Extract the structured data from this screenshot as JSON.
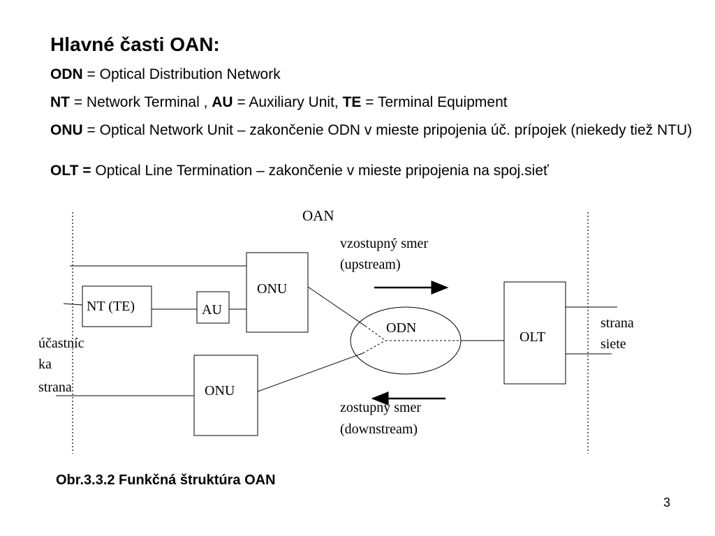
{
  "title": "Hlavné časti OAN:",
  "definitions": [
    {
      "parts": [
        {
          "text": "ODN",
          "bold": true
        },
        {
          "text": " = Optical Distribution Network",
          "bold": false
        }
      ]
    },
    {
      "parts": [
        {
          "text": "NT",
          "bold": true
        },
        {
          "text": " = Network Terminal , ",
          "bold": false
        },
        {
          "text": "AU",
          "bold": true
        },
        {
          "text": " = Auxiliary Unit, ",
          "bold": false
        },
        {
          "text": "TE",
          "bold": true
        },
        {
          "text": " = Terminal Equipment",
          "bold": false
        }
      ]
    },
    {
      "parts": [
        {
          "text": "ONU",
          "bold": true
        },
        {
          "text": " = Optical Network Unit – zakončenie ODN v mieste pripojenia úč. prípojek (niekedy tiež NTU)",
          "bold": false
        }
      ]
    },
    {
      "parts": [
        {
          "text": "OLT =",
          "bold": true
        },
        {
          "text": " Optical Line Termination – zakončenie v mieste pripojenia na spoj.sieť",
          "bold": false
        }
      ]
    }
  ],
  "diagram": {
    "oan_label": "OAN",
    "upstream_line1": "vzostupný smer",
    "upstream_line2": "(upstream)",
    "downstream_line1": "zostupný smer",
    "downstream_line2": "(downstream)",
    "onu_top": "ONU",
    "onu_bottom": "ONU",
    "nt_te": "NT (TE)",
    "au": "AU",
    "odn": "ODN",
    "olt": "OLT",
    "subscriber_side": [
      "účastníc",
      "ka",
      "strana"
    ],
    "network_side": [
      "strana",
      "siete"
    ]
  },
  "caption": "Obr.3.3.2 Funkčná štruktúra OAN",
  "page_number": "3"
}
